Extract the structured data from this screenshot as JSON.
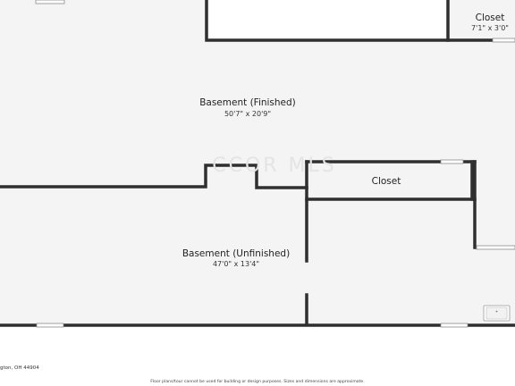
{
  "rooms": {
    "basement_finished": {
      "name": "Basement (Finished)",
      "dims": "50'7\" x 20'9\""
    },
    "basement_unfinished": {
      "name": "Basement (Unfinished)",
      "dims": "47'0\" x 13'4\""
    },
    "closet_top": {
      "name": "Closet",
      "dims": "7'1\" x 3'0\""
    },
    "closet_middle": {
      "name": "Closet"
    }
  },
  "watermark": "CCOR MLS",
  "footer": {
    "address": "gton, OH 44904",
    "disclaimer": "Floor plans/tour cannot be used for building or design purposes. Sizes and dimensions are approximate."
  },
  "colors": {
    "floor": "#f4f4f4",
    "wall": "#2f2f2f",
    "background": "#ffffff"
  }
}
